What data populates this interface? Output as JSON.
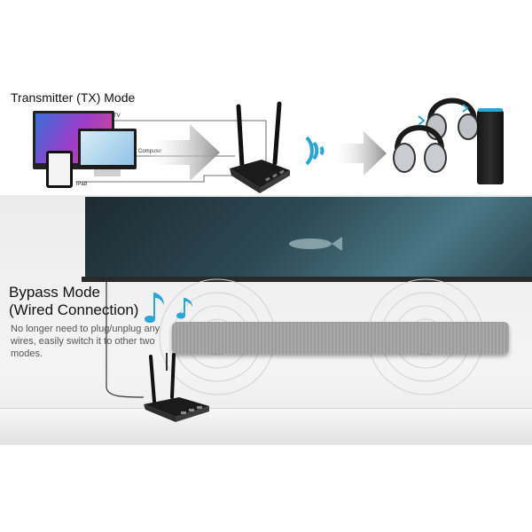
{
  "transmitter": {
    "title": "Transmitter (TX) Mode",
    "labels": {
      "tv": "TV",
      "computer": "Computer",
      "ipad": "iPad"
    }
  },
  "bypass": {
    "title_line1": "Bypass Mode",
    "title_line2": "(Wired Connection)",
    "description": "No longer need to plug/unplug any wires, easily switch it to other two modes."
  },
  "icons": [
    "tv-icon",
    "monitor-icon",
    "tablet-icon",
    "arrow-icon",
    "bluetooth-transmitter-icon",
    "wifi-signal-icon",
    "headphones-icon",
    "smart-speaker-icon",
    "music-note-icon",
    "soundbar-icon"
  ],
  "colors": {
    "accent_blue": "#29a6d8",
    "arrow_gray": "#9a9a9a",
    "device_black": "#1b1b1b"
  }
}
